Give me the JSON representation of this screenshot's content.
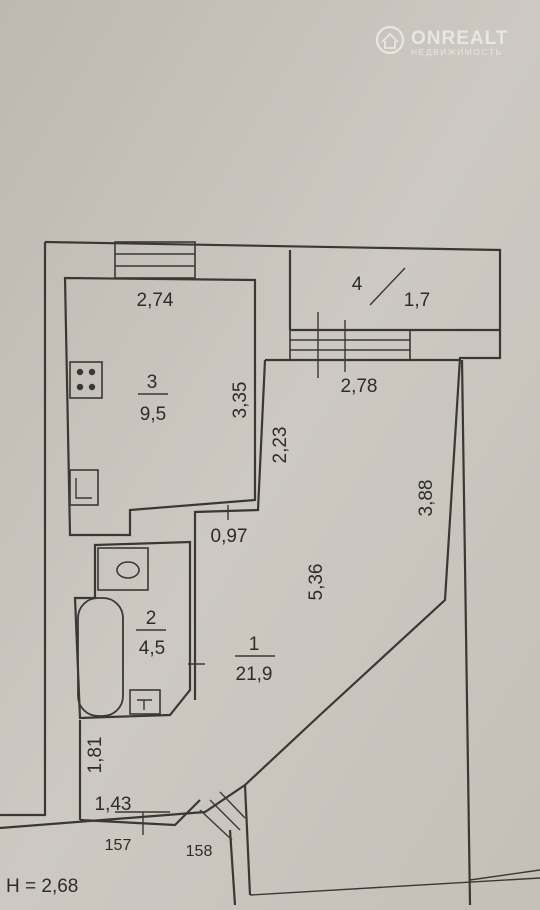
{
  "watermark": {
    "brand": "ONREALT",
    "tagline": "НЕДВИЖИМОСТЬ"
  },
  "rooms": [
    {
      "number": "1",
      "area": "21,9"
    },
    {
      "number": "2",
      "area": "4,5"
    },
    {
      "number": "3",
      "area": "9,5"
    },
    {
      "number": "4",
      "area": "1,7"
    }
  ],
  "dimensions": {
    "kitchen_width": "2,74",
    "kitchen_depth": "3,35",
    "room_width": "2,78",
    "room_side": "2,23",
    "room_length": "5,36",
    "room_right": "3,88",
    "passage": "0,97",
    "hall_depth": "1,81",
    "hall_width": "1,43"
  },
  "adjacent_rooms": {
    "left": "157",
    "right": "158"
  },
  "ceiling_height": "H = 2,68"
}
